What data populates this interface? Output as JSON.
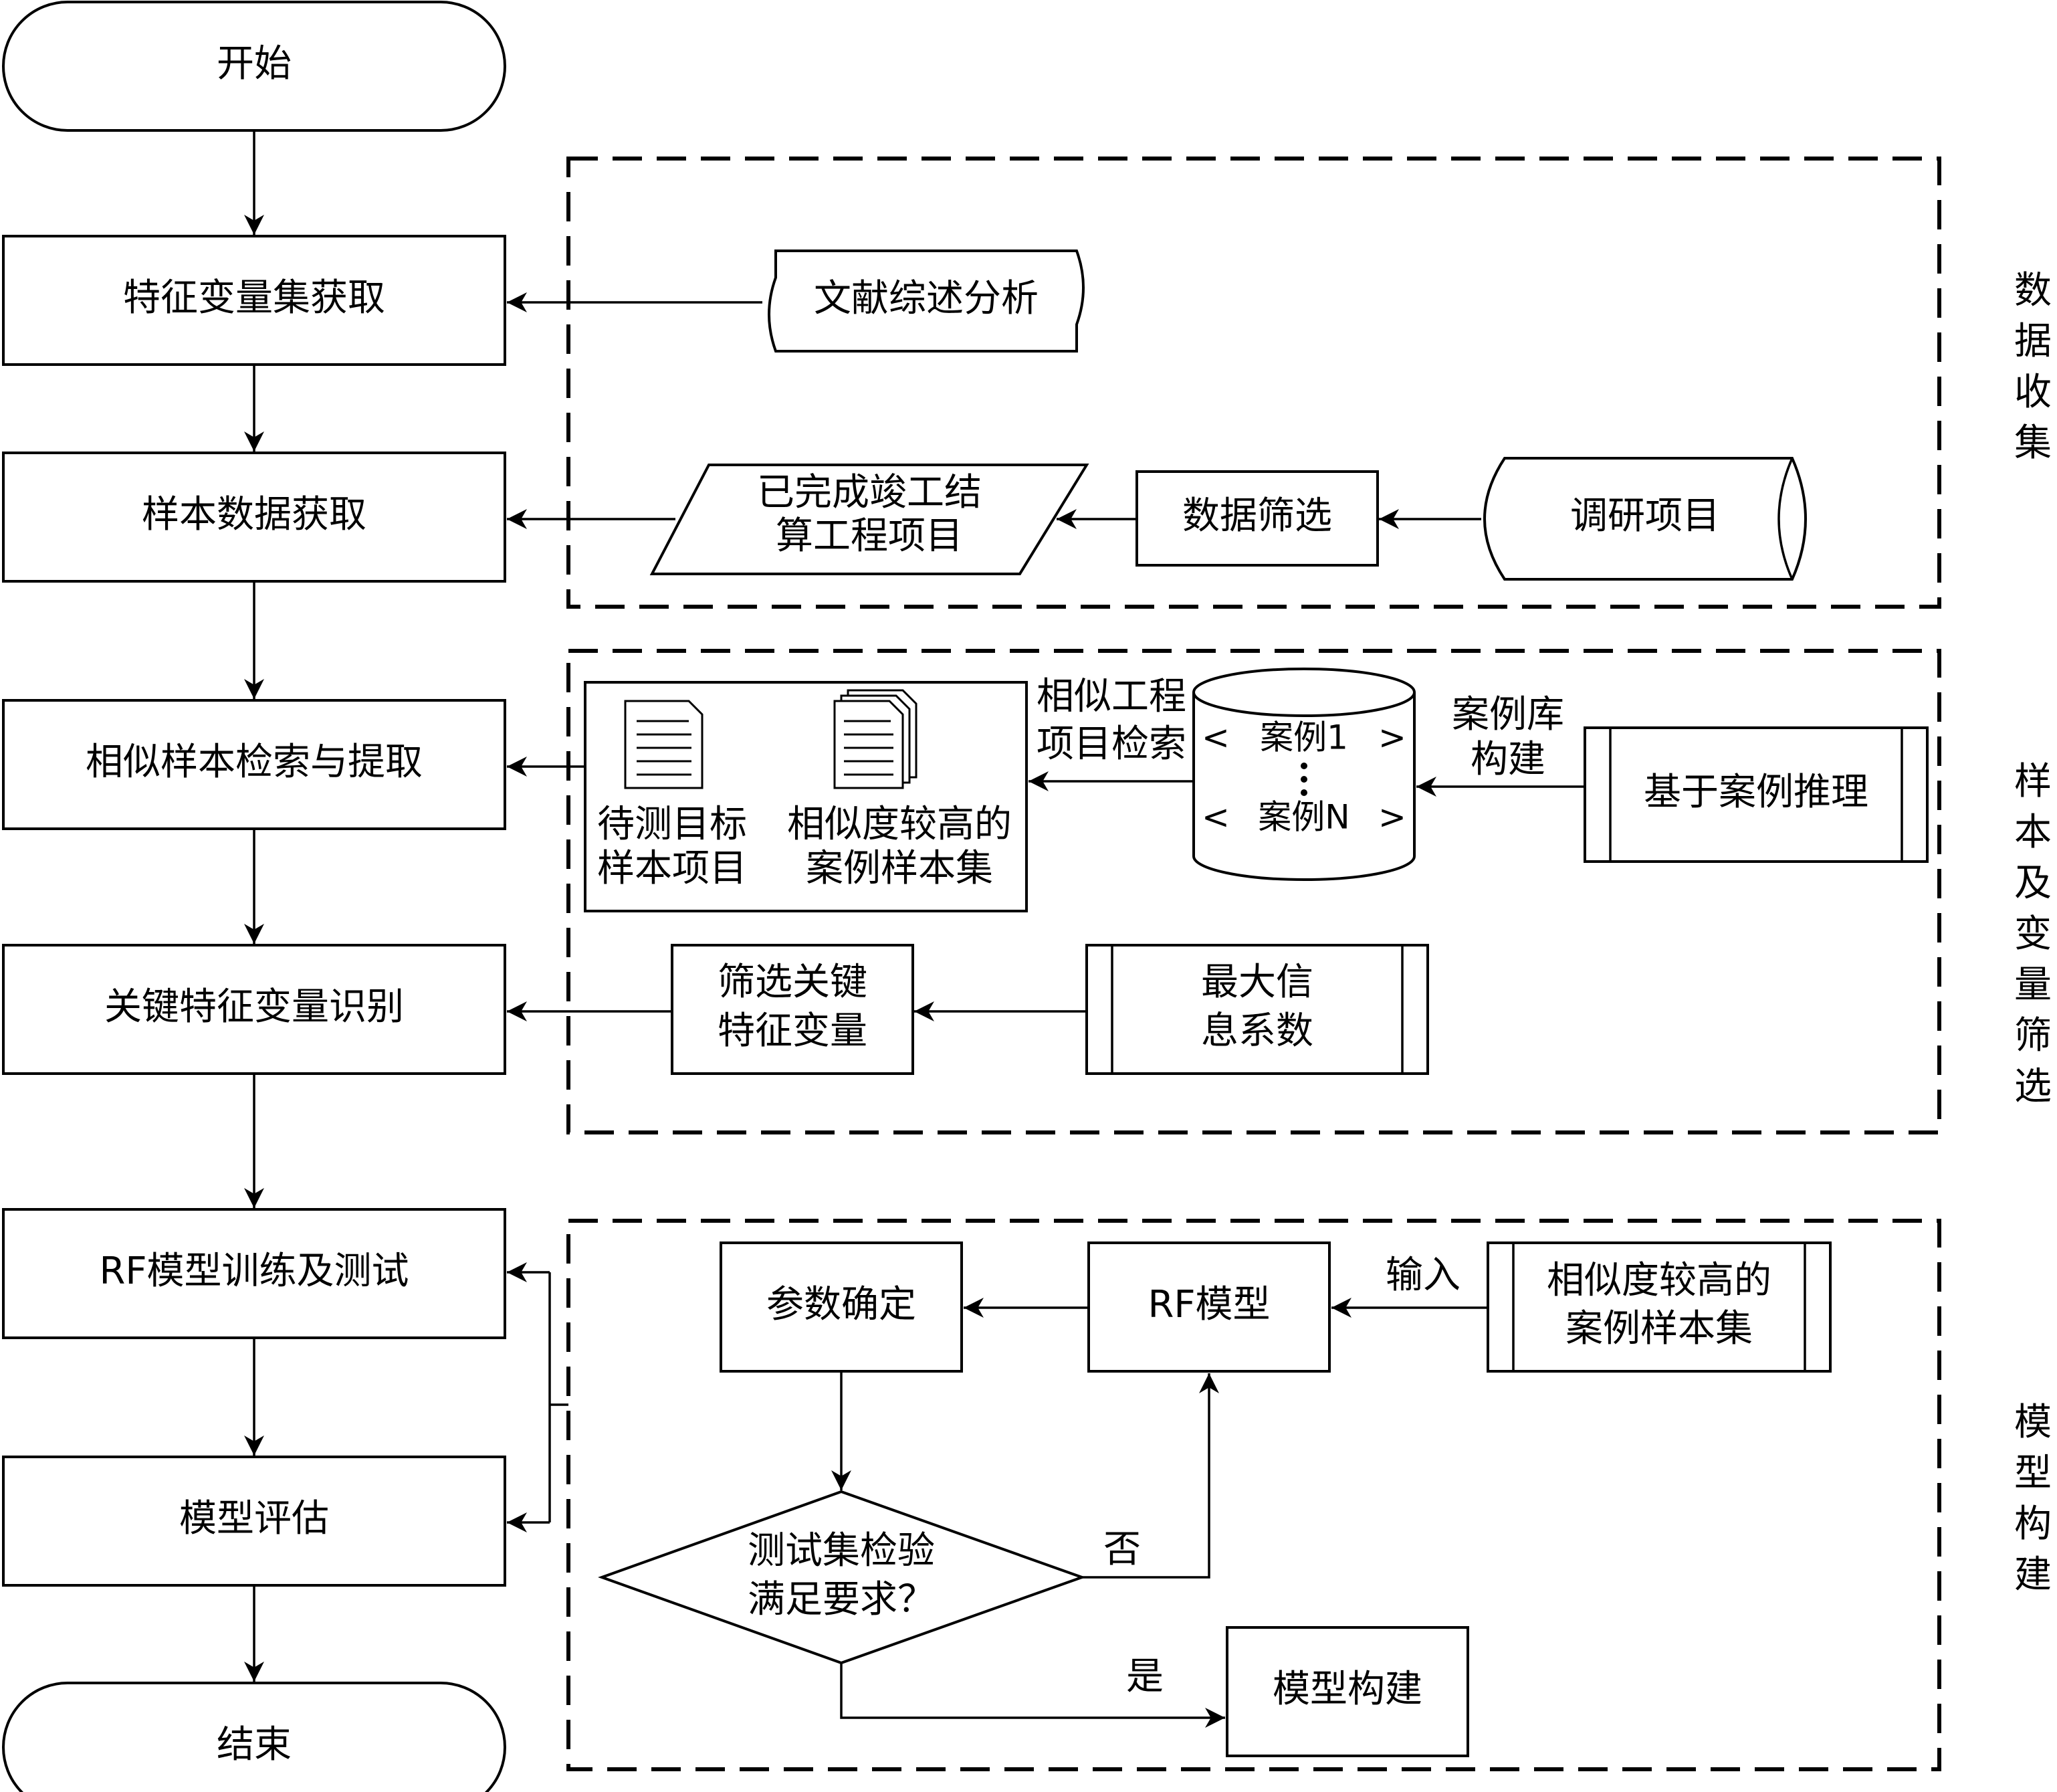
{
  "main_flow": {
    "start": "开始",
    "feature_set": "特征变量集获取",
    "sample_data": "样本数据获取",
    "similar_retrieval": "相似样本检索与提取",
    "key_features": "关键特征变量识别",
    "rf_train": "RF模型训练及测试",
    "evaluate": "模型评估",
    "end": "结束"
  },
  "data_collection": {
    "label": "数据收集",
    "literature": "文献综述分析",
    "completed_projects": [
      "已完成竣工结",
      "算工程项目"
    ],
    "data_filter": "数据筛选",
    "survey": "调研项目"
  },
  "sample_selection": {
    "label": "样本及变量筛选",
    "target_sample": [
      "待测目标",
      "样本项目"
    ],
    "similar_cases": [
      "相似度较高的",
      "案例样本集"
    ],
    "retrieval_label": [
      "相似工程",
      "项目检索"
    ],
    "case_1": "案例1",
    "case_n": "案例N",
    "case_base_label": [
      "案例库",
      "构建"
    ],
    "cbr": "基于案例推理",
    "filter_key": [
      "筛选关键",
      "特征变量"
    ],
    "mic": [
      "最大信",
      "息系数"
    ]
  },
  "model_building": {
    "label": "模型构建",
    "param": "参数确定",
    "rf_model": "RF模型",
    "input_label": "输入",
    "similar_cases": [
      "相似度较高的",
      "案例样本集"
    ],
    "decision": [
      "测试集检验",
      "满足要求？"
    ],
    "no": "否",
    "yes": "是",
    "model_build": "模型构建"
  }
}
